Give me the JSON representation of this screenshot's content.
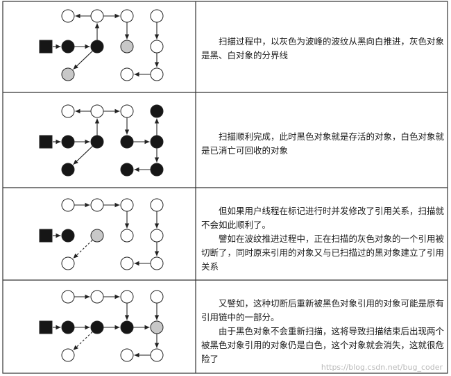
{
  "rows": [
    {
      "text": [
        "扫描过程中，以灰色为波峰的波纹从黑向白推进，灰色对象是黑、白对象的分界线"
      ],
      "gray_nodes": [
        "m3",
        "b0"
      ],
      "black_nodes": [
        "root",
        "m1",
        "m2"
      ],
      "white_nodes": [
        "t1",
        "t2",
        "t3",
        "t4",
        "m4",
        "b3",
        "b4"
      ],
      "edges": [
        [
          "root",
          "m1"
        ],
        [
          "m1",
          "m2"
        ],
        [
          "m2",
          "b0"
        ],
        [
          "m2",
          "t2"
        ],
        [
          "t2",
          "t1"
        ],
        [
          "t2",
          "t3"
        ],
        [
          "t3",
          "m3"
        ],
        [
          "t4",
          "m4"
        ],
        [
          "m4",
          "b4"
        ],
        [
          "b4",
          "b3"
        ]
      ],
      "dashed_edges": []
    },
    {
      "text": [
        "扫描顺利完成，此时黑色对象就是存活的对象，白色对象就是已消亡可回收的对象"
      ],
      "gray_nodes": [],
      "black_nodes": [
        "root",
        "m1",
        "m2",
        "m3",
        "m4",
        "t4",
        "b0",
        "b3",
        "b4"
      ],
      "white_nodes": [
        "t1",
        "t2",
        "t3"
      ],
      "edges": [
        [
          "root",
          "m1"
        ],
        [
          "m1",
          "m2"
        ],
        [
          "m2",
          "b0"
        ],
        [
          "m2",
          "t2"
        ],
        [
          "t2",
          "t1"
        ],
        [
          "t2",
          "t3"
        ],
        [
          "t3",
          "m3"
        ],
        [
          "m3",
          "m4"
        ],
        [
          "m4",
          "t4"
        ],
        [
          "m4",
          "b4"
        ],
        [
          "b4",
          "b3"
        ]
      ],
      "dashed_edges": []
    },
    {
      "text": [
        "但如果用户线程在标记进行时并发修改了引用关系，扫描就不会如此顺利了。",
        "譬如在波纹推进过程中，正在扫描的灰色对象的一个引用被切断了，同时原来引用的对象又与已扫描过的黑对象建立了引用关系"
      ],
      "gray_nodes": [
        "m2"
      ],
      "black_nodes": [
        "root",
        "m1"
      ],
      "white_nodes": [
        "t1",
        "t2",
        "t3",
        "t4",
        "m3",
        "m4",
        "b0",
        "b3",
        "b4"
      ],
      "edges": [
        [
          "root",
          "m1"
        ],
        [
          "t1",
          "t2"
        ],
        [
          "t2",
          "t3"
        ],
        [
          "t3",
          "m3"
        ],
        [
          "t4",
          "m4"
        ],
        [
          "m4",
          "b4"
        ],
        [
          "b4",
          "b3"
        ]
      ],
      "dashed_edges": [
        [
          "m2",
          "b0"
        ]
      ]
    },
    {
      "text": [
        "又譬如，这种切断后重新被黑色对象引用的对象可能是原有引用链中的一部分。",
        "由于黑色对象不会重新扫描，这将导致扫描结束后出现两个被黑色对象引用的对象仍是白色，这个对象就会消失，这就很危险了"
      ],
      "gray_nodes": [
        "m4"
      ],
      "black_nodes": [
        "root",
        "m1",
        "m2",
        "m3"
      ],
      "white_nodes": [
        "t1",
        "t2",
        "t3",
        "t4",
        "b0",
        "b3",
        "b4"
      ],
      "edges": [
        [
          "root",
          "m1"
        ],
        [
          "m1",
          "m2"
        ],
        [
          "m2",
          "m3"
        ],
        [
          "t1",
          "t2"
        ],
        [
          "t2",
          "t3"
        ],
        [
          "t3",
          "m3"
        ],
        [
          "m3",
          "m4"
        ],
        [
          "t4",
          "m4"
        ],
        [
          "m4",
          "b4"
        ],
        [
          "b4",
          "b3"
        ]
      ],
      "dashed_edges": [
        [
          "m2",
          "b0"
        ]
      ]
    }
  ],
  "colors": {
    "black": "#161616",
    "gray": "#c8c8c8",
    "white": "#ffffff",
    "line": "#222222"
  },
  "watermark": "https://blog.csdn.net/bug_coder"
}
